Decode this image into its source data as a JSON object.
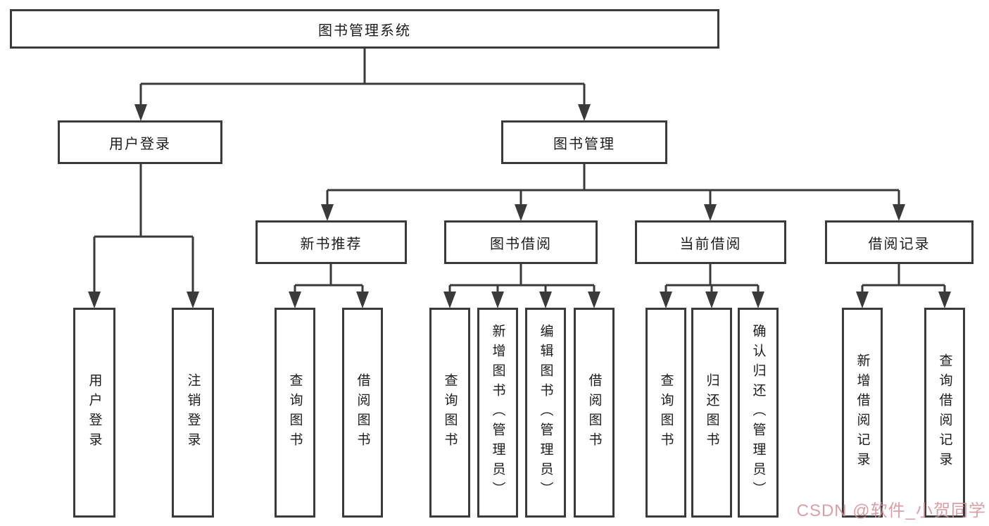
{
  "diagram": {
    "root": {
      "label": "图书管理系统"
    },
    "level2": [
      {
        "label": "用户登录",
        "children": [
          {
            "label": "用户登录"
          },
          {
            "label": "注销登录"
          }
        ]
      },
      {
        "label": "图书管理",
        "children": [
          {
            "label": "新书推荐",
            "children": [
              {
                "label": "查询图书"
              },
              {
                "label": "借阅图书"
              }
            ]
          },
          {
            "label": "图书借阅",
            "children": [
              {
                "label": "查询图书"
              },
              {
                "label": "新增图书（管理员）"
              },
              {
                "label": "编辑图书（管理员）"
              },
              {
                "label": "借阅图书"
              }
            ]
          },
          {
            "label": "当前借阅",
            "children": [
              {
                "label": "查询图书"
              },
              {
                "label": "归还图书"
              },
              {
                "label": "确认归还（管理员）"
              }
            ]
          },
          {
            "label": "借阅记录",
            "children": [
              {
                "label": "新增借阅记录"
              },
              {
                "label": "查询借阅记录"
              }
            ]
          }
        ]
      }
    ]
  },
  "watermark": {
    "text": "CSDN @软件_小贺同学",
    "color": "#d58f96"
  },
  "colors": {
    "line": "#3a3a3a",
    "text": "#1c1c1c",
    "background": "#ffffff"
  }
}
